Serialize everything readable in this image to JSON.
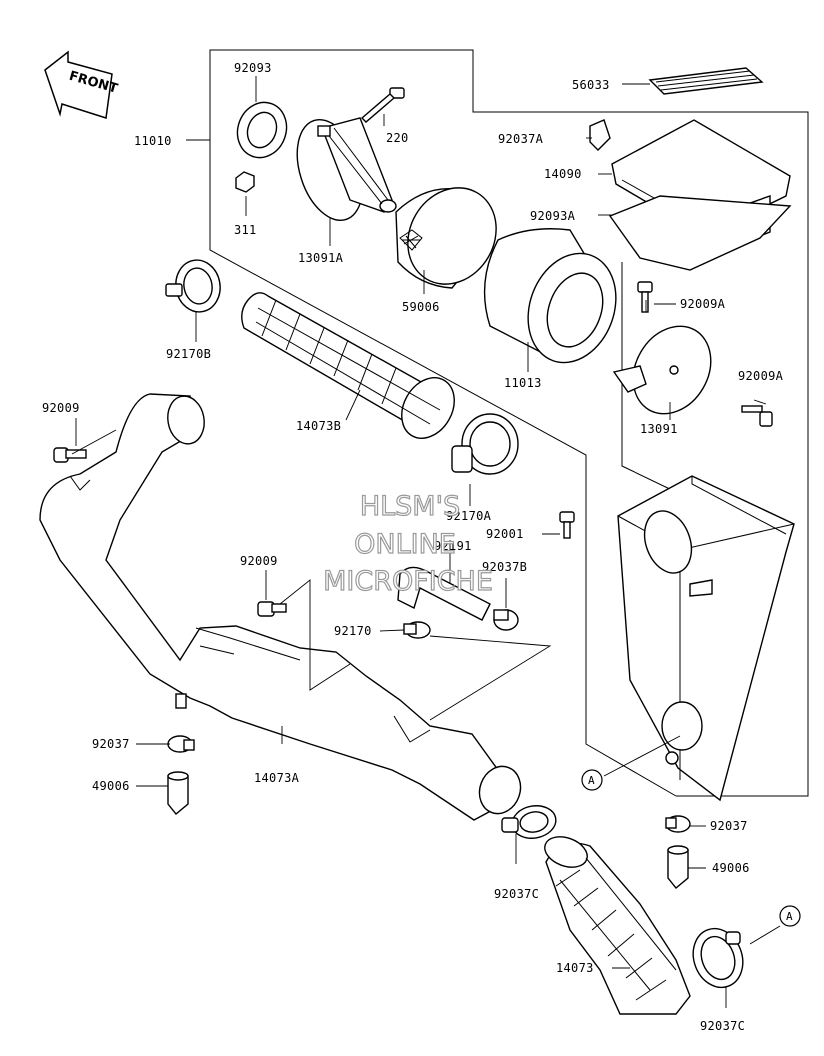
{
  "front_label": "FRONT",
  "watermark": [
    "HLSM'S",
    "ONLINE",
    "MICROFICHE"
  ],
  "reference_marker": "A",
  "part_labels": {
    "p92093": "92093",
    "p56033": "56033",
    "p220": "220",
    "p11010": "11010",
    "p92037A": "92037A",
    "p14090": "14090",
    "p311": "311",
    "p92093A": "92093A",
    "p13091A": "13091A",
    "p92009A_top": "92009A",
    "p59006": "59006",
    "p92170B": "92170B",
    "p11013": "11013",
    "p92009A_bottom": "92009A",
    "p92009_left": "92009",
    "p14073B": "14073B",
    "p13091": "13091",
    "p92170A": "92170A",
    "p92001": "92001",
    "p92191": "92191",
    "p92037B": "92037B",
    "p92009_mid": "92009",
    "p92170": "92170",
    "p92037_left": "92037",
    "p14073A": "14073A",
    "p49006_left": "49006",
    "p92037_right": "92037",
    "p49006_right": "49006",
    "p92037C_mid": "92037C",
    "p14073": "14073",
    "p92037C_bottom": "92037C"
  }
}
